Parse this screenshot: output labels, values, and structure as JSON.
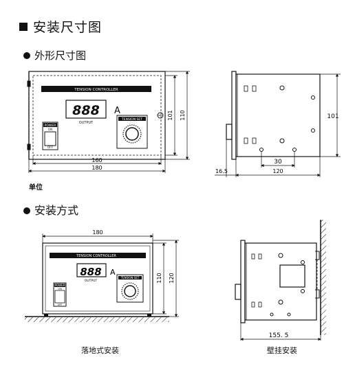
{
  "title": "安装尺寸图",
  "section_outline": "外形尺寸图",
  "section_mount": "安装方式",
  "unit_label": "单位",
  "caption_floor": "落地式安装",
  "caption_wall": "壁挂安装",
  "panel": {
    "header": "TENSION CONTROLLER",
    "display": "888",
    "ampere": "A",
    "output": "OUTPUT",
    "knob_label": "TENSION SET",
    "power": "POWER",
    "on": "ON",
    "off": "OFF"
  },
  "dimensions": {
    "front_width_inner": "160",
    "front_width_outer": "180",
    "front_height_inner": "101",
    "front_height_outer": "110",
    "side_height": "101",
    "side_hole_spacing": "30",
    "side_depth": "120",
    "side_knob": "16.5",
    "mount_width": "180",
    "mount_height_inner": "110",
    "mount_height_outer": "120",
    "wall_depth": "155. 5"
  }
}
